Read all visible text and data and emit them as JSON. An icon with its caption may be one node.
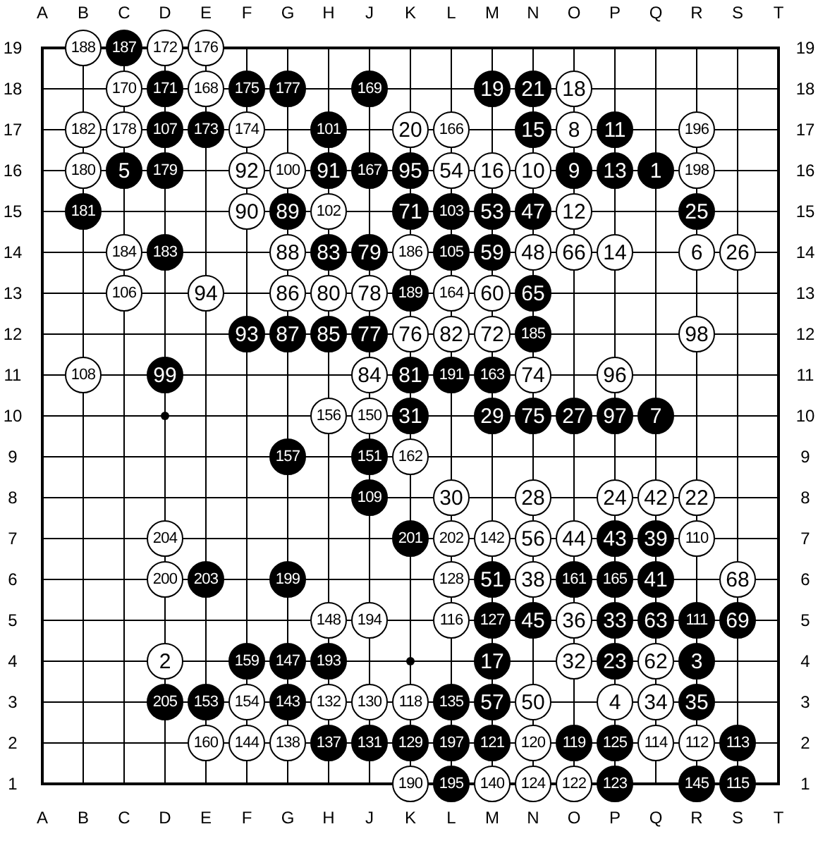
{
  "diagram": {
    "nodes": [
      {
        "text": [
          "188"
        ]
      },
      {
        "text": [
          "187"
        ]
      },
      {
        "text": [
          "172"
        ]
      },
      {
        "text": [
          "176"
        ]
      },
      {
        "text": [
          "170"
        ]
      },
      {
        "text": [
          "171"
        ]
      },
      {
        "text": [
          "168"
        ]
      },
      {
        "text": [
          "175"
        ]
      },
      {
        "text": [
          "177"
        ]
      },
      {
        "text": [
          "169"
        ]
      },
      {
        "text": [
          "19"
        ]
      },
      {
        "text": [
          "21"
        ]
      },
      {
        "text": [
          "18"
        ]
      },
      {
        "text": [
          "182"
        ]
      },
      {
        "text": [
          "178"
        ]
      },
      {
        "text": [
          "107"
        ]
      },
      {
        "text": [
          "173"
        ]
      },
      {
        "text": [
          "174"
        ]
      },
      {
        "text": [
          "101"
        ]
      },
      {
        "text": [
          "20"
        ]
      },
      {
        "text": [
          "166"
        ]
      },
      {
        "text": [
          "15"
        ]
      },
      {
        "text": [
          "8"
        ]
      },
      {
        "text": [
          "11"
        ]
      },
      {
        "text": [
          "196"
        ]
      },
      {
        "text": [
          "180"
        ]
      },
      {
        "text": [
          "5"
        ]
      },
      {
        "text": [
          "179"
        ]
      },
      {
        "text": [
          "92"
        ]
      },
      {
        "text": [
          "100"
        ]
      },
      {
        "text": [
          "91"
        ]
      },
      {
        "text": [
          "167"
        ]
      },
      {
        "text": [
          "95"
        ]
      },
      {
        "text": [
          "54"
        ]
      },
      {
        "text": [
          "16"
        ]
      },
      {
        "text": [
          "10"
        ]
      },
      {
        "text": [
          "9"
        ]
      },
      {
        "text": [
          "13"
        ]
      },
      {
        "text": [
          "1"
        ]
      },
      {
        "text": [
          "198"
        ]
      },
      {
        "text": [
          "181"
        ]
      },
      {
        "text": [
          "90"
        ]
      },
      {
        "text": [
          "89"
        ]
      },
      {
        "text": [
          "102"
        ]
      },
      {
        "text": [
          "71"
        ]
      },
      {
        "text": [
          "103"
        ]
      },
      {
        "text": [
          "53"
        ]
      },
      {
        "text": [
          "47"
        ]
      },
      {
        "text": [
          "12"
        ]
      },
      {
        "text": [
          "25"
        ]
      },
      {
        "text": [
          "184"
        ]
      },
      {
        "text": [
          "183"
        ]
      },
      {
        "text": [
          "88"
        ]
      },
      {
        "text": [
          "83"
        ]
      },
      {
        "text": [
          "79"
        ]
      },
      {
        "text": [
          "186"
        ]
      },
      {
        "text": [
          "105"
        ]
      },
      {
        "text": [
          "59"
        ]
      },
      {
        "text": [
          "48"
        ]
      },
      {
        "text": [
          "66"
        ]
      },
      {
        "text": [
          "14"
        ]
      },
      {
        "text": [
          "6"
        ]
      },
      {
        "text": [
          "26"
        ]
      },
      {
        "text": [
          "106"
        ]
      },
      {
        "text": [
          "94"
        ]
      },
      {
        "text": [
          "86"
        ]
      },
      {
        "text": [
          "80"
        ]
      },
      {
        "text": [
          "78"
        ]
      },
      {
        "text": [
          "189"
        ]
      },
      {
        "text": [
          "164"
        ]
      },
      {
        "text": [
          "60"
        ]
      },
      {
        "text": [
          "65"
        ]
      },
      {
        "text": [
          "93"
        ]
      },
      {
        "text": [
          "87"
        ]
      },
      {
        "text": [
          "85"
        ]
      },
      {
        "text": [
          "77"
        ]
      },
      {
        "text": [
          "76"
        ]
      },
      {
        "text": [
          "82"
        ]
      },
      {
        "text": [
          "72"
        ]
      },
      {
        "text": [
          "185"
        ]
      },
      {
        "text": [
          "98"
        ]
      },
      {
        "text": [
          "108"
        ]
      },
      {
        "text": [
          "99"
        ]
      },
      {
        "text": [
          "84"
        ]
      },
      {
        "text": [
          "81"
        ]
      },
      {
        "text": [
          "191"
        ]
      },
      {
        "text": [
          "163"
        ]
      },
      {
        "text": [
          "74"
        ]
      },
      {
        "text": [
          "96"
        ]
      },
      {
        "text": [
          "156"
        ]
      },
      {
        "text": [
          "150"
        ]
      },
      {
        "text": [
          "31"
        ]
      },
      {
        "text": [
          "29"
        ]
      },
      {
        "text": [
          "75"
        ]
      },
      {
        "text": [
          "27"
        ]
      },
      {
        "text": [
          "97"
        ]
      },
      {
        "text": [
          "7"
        ]
      },
      {
        "text": [
          "157"
        ]
      },
      {
        "text": [
          "151"
        ]
      },
      {
        "text": [
          "162"
        ]
      },
      {
        "text": [
          "109"
        ]
      },
      {
        "text": [
          "30"
        ]
      },
      {
        "text": [
          "28"
        ]
      },
      {
        "text": [
          "24"
        ]
      },
      {
        "text": [
          "42"
        ]
      },
      {
        "text": [
          "22"
        ]
      },
      {
        "text": [
          "204"
        ]
      },
      {
        "text": [
          "201"
        ]
      },
      {
        "text": [
          "202"
        ]
      },
      {
        "text": [
          "142"
        ]
      },
      {
        "text": [
          "56"
        ]
      },
      {
        "text": [
          "44"
        ]
      },
      {
        "text": [
          "43"
        ]
      },
      {
        "text": [
          "39"
        ]
      },
      {
        "text": [
          "110"
        ]
      },
      {
        "text": [
          "200"
        ]
      },
      {
        "text": [
          "203"
        ]
      },
      {
        "text": [
          "199"
        ]
      },
      {
        "text": [
          "128"
        ]
      },
      {
        "text": [
          "51"
        ]
      },
      {
        "text": [
          "38"
        ]
      },
      {
        "text": [
          "161"
        ]
      },
      {
        "text": [
          "165"
        ]
      },
      {
        "text": [
          "41"
        ]
      },
      {
        "text": [
          "68"
        ]
      },
      {
        "text": [
          "148"
        ]
      },
      {
        "text": [
          "194"
        ]
      },
      {
        "text": [
          "116"
        ]
      },
      {
        "text": [
          "127"
        ]
      },
      {
        "text": [
          "45"
        ]
      },
      {
        "text": [
          "36"
        ]
      },
      {
        "text": [
          "33"
        ]
      },
      {
        "text": [
          "63"
        ]
      },
      {
        "text": [
          "111"
        ]
      },
      {
        "text": [
          "69"
        ]
      },
      {
        "text": [
          "2"
        ]
      },
      {
        "text": [
          "159"
        ]
      },
      {
        "text": [
          "147"
        ]
      },
      {
        "text": [
          "193"
        ]
      },
      {
        "text": [
          "17"
        ]
      },
      {
        "text": [
          "32"
        ]
      },
      {
        "text": [
          "23"
        ]
      },
      {
        "text": [
          "62"
        ]
      },
      {
        "text": [
          "3"
        ]
      },
      {
        "text": [
          "205"
        ]
      },
      {
        "text": [
          "153"
        ]
      },
      {
        "text": [
          "154"
        ]
      },
      {
        "text": [
          "143"
        ]
      },
      {
        "text": [
          "132"
        ]
      },
      {
        "text": [
          "130"
        ]
      },
      {
        "text": [
          "118"
        ]
      },
      {
        "text": [
          "135"
        ]
      },
      {
        "text": [
          "57"
        ]
      },
      {
        "text": [
          "50"
        ]
      },
      {
        "text": [
          "4"
        ]
      },
      {
        "text": [
          "34"
        ]
      },
      {
        "text": [
          "35"
        ]
      },
      {
        "text": [
          "160"
        ]
      },
      {
        "text": [
          "144"
        ]
      },
      {
        "text": [
          "138"
        ]
      },
      {
        "text": [
          "137"
        ]
      },
      {
        "text": [
          "131"
        ]
      },
      {
        "text": [
          "129"
        ]
      },
      {
        "text": [
          "197"
        ]
      },
      {
        "text": [
          "121"
        ]
      },
      {
        "text": [
          "120"
        ]
      },
      {
        "text": [
          "119"
        ]
      },
      {
        "text": [
          "125"
        ]
      },
      {
        "text": [
          "114"
        ]
      },
      {
        "text": [
          "112"
        ]
      },
      {
        "text": [
          "113"
        ]
      },
      {
        "text": [
          "190"
        ]
      },
      {
        "text": [
          "195"
        ]
      },
      {
        "text": [
          "140"
        ]
      },
      {
        "text": [
          "124"
        ]
      },
      {
        "text": [
          "122"
        ]
      },
      {
        "text": [
          "123"
        ]
      },
      {
        "text": [
          "145"
        ]
      },
      {
        "text": [
          "115"
        ]
      }
    ],
    "labels": [
      "A",
      "B",
      "C",
      "D",
      "E",
      "F",
      "G",
      "H",
      "J",
      "K",
      "L",
      "M",
      "N",
      "O",
      "P",
      "Q",
      "R",
      "S",
      "T",
      "19",
      "19",
      "18",
      "18",
      "17",
      "17",
      "16",
      "16",
      "15",
      "15",
      "14",
      "14",
      "13",
      "13",
      "12",
      "12",
      "11",
      "11",
      "10",
      "10",
      "9",
      "9",
      "8",
      "8",
      "7",
      "7",
      "6",
      "6",
      "5",
      "5",
      "4",
      "4",
      "3",
      "3",
      "2",
      "2",
      "1",
      "1",
      "A",
      "B",
      "C",
      "D",
      "E",
      "F",
      "G",
      "H",
      "J",
      "K",
      "L",
      "M",
      "N",
      "O",
      "P",
      "Q",
      "R",
      "S",
      "T"
    ]
  }
}
